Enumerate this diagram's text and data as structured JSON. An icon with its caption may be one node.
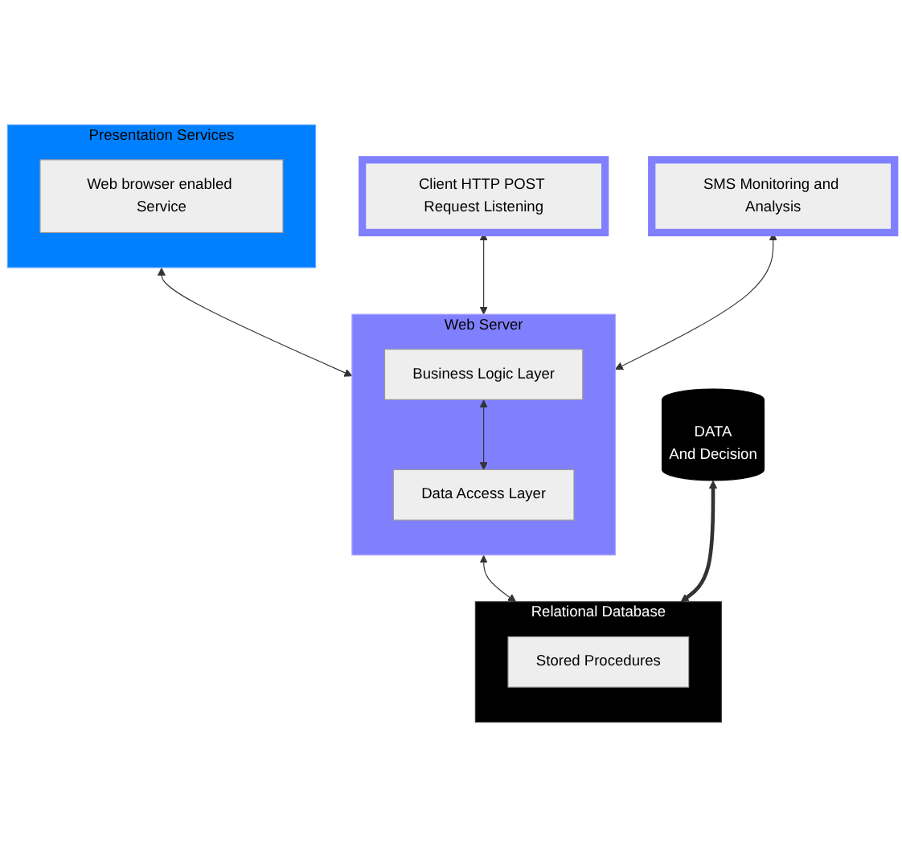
{
  "diagram": {
    "nodes": [
      {
        "text": [
          "Presentation Services"
        ]
      },
      {
        "text": [
          "Web browser enabled Service"
        ],
        "in": 0
      },
      {
        "text": [
          "Web Server"
        ]
      },
      {
        "text": [
          "Business Logic Layer"
        ],
        "in": 2
      },
      {
        "text": [
          "Data Access Layer"
        ],
        "in": 2
      },
      {
        "text": [
          "Client HTTP POST Request Listening"
        ]
      },
      {
        "text": [
          "SMS Monitoring and Analysis"
        ]
      },
      {
        "text": [
          "DATA",
          "And Decision"
        ]
      },
      {
        "text": [
          "Relational Database"
        ]
      },
      {
        "text": [
          "Stored Procedures"
        ],
        "in": 8
      }
    ],
    "edges": [
      {
        "from": 0,
        "to": 2,
        "arrow": "both"
      },
      {
        "from": 5,
        "to": 2,
        "arrow": "both"
      },
      {
        "from": 3,
        "to": 4,
        "arrow": "both"
      },
      {
        "from": 6,
        "to": 2,
        "arrow": "both"
      },
      {
        "from": 2,
        "to": 8,
        "arrow": "both"
      },
      {
        "from": 7,
        "to": 8,
        "arrow": "both",
        "style": "thick"
      }
    ]
  }
}
